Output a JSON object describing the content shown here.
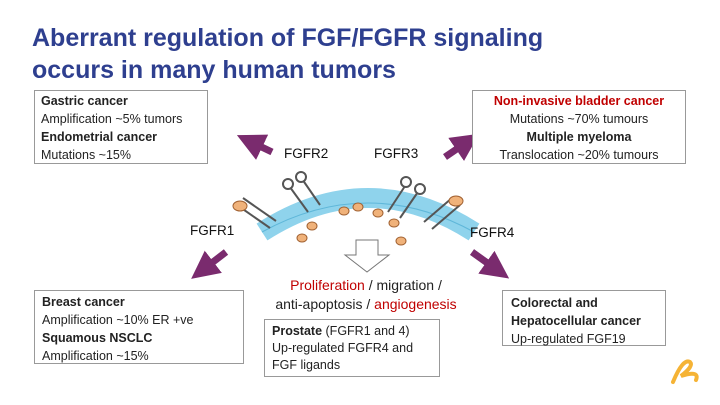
{
  "title": {
    "line1": "Aberrant regulation of FGF/FGFR signaling",
    "line2": "occurs in many human tumors"
  },
  "boxes": {
    "gastric": {
      "heading1": "Gastric cancer",
      "detail1": "Amplification ~5% tumors",
      "heading2": "Endometrial cancer",
      "detail2": "Mutations ~15%"
    },
    "bladder": {
      "heading1": "Non-invasive bladder cancer",
      "detail1": "Mutations ~70% tumours",
      "heading2": "Multiple myeloma",
      "detail2": "Translocation ~20% tumours"
    },
    "breast": {
      "heading1": "Breast cancer",
      "detail1": "Amplification ~10% ER +ve",
      "heading2": "Squamous NSCLC",
      "detail2": "Amplification ~15%"
    },
    "colorectal": {
      "heading1": "Colorectal and",
      "heading2": "Hepatocellular cancer",
      "detail1": "Up-regulated FGF19"
    },
    "prostate": {
      "heading": "Prostate",
      "detail": "(FGFR1 and 4)",
      "line2": "Up-regulated FGFR4 and",
      "line3": "FGF ligands"
    }
  },
  "receptors": {
    "fgfr1": "FGFR1",
    "fgfr2": "FGFR2",
    "fgfr3": "FGFR3",
    "fgfr4": "FGFR4"
  },
  "outcome": {
    "proliferation": "Proliferation",
    "sep1": " / migration /",
    "anti": "anti-apoptosis / ",
    "angiogenesis": "angiogenesis"
  },
  "colors": {
    "title": "#2e3f8f",
    "accent_red": "#c00000",
    "arrow": "#7a2b6e",
    "membrane": "#8fd3ec",
    "ligand": "#f0b27a"
  },
  "icons": {
    "logo": "astrazeneca-logo-icon"
  }
}
